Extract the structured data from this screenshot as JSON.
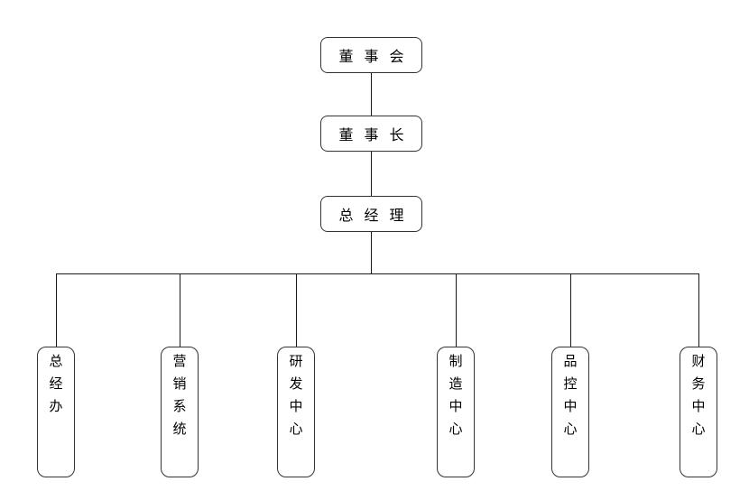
{
  "org_chart": {
    "chain": [
      {
        "label": "董事会"
      },
      {
        "label": "董事长"
      },
      {
        "label": "总经理"
      }
    ],
    "departments": [
      {
        "label": "总经办"
      },
      {
        "label": "营销系统"
      },
      {
        "label": "研发中心"
      },
      {
        "label": "制造中心"
      },
      {
        "label": "品控中心"
      },
      {
        "label": "财务中心"
      }
    ],
    "colors": {
      "box_border": "#333333",
      "text": "#000000",
      "line": "#1a1a1a",
      "background": "#ffffff"
    }
  }
}
